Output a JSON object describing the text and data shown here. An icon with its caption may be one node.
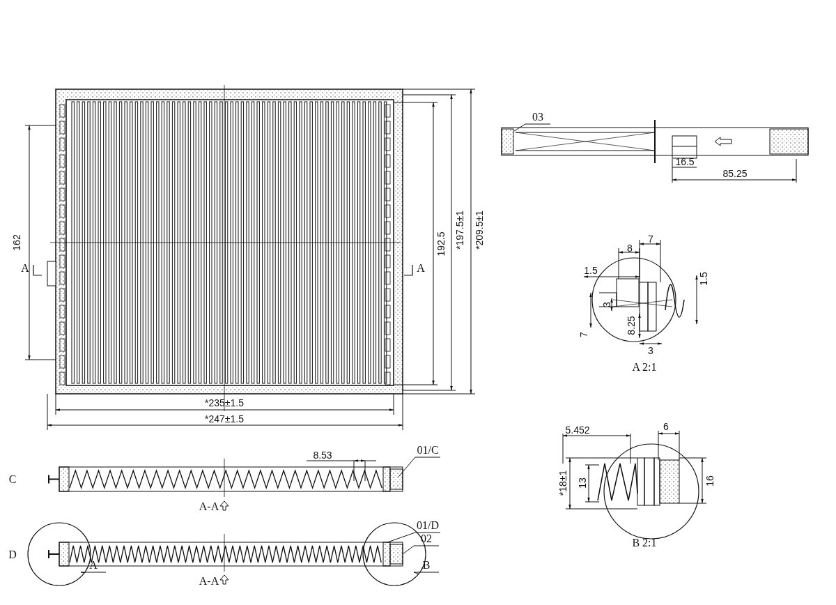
{
  "diagram": {
    "nodes": [
      {
        "text": [
          "03"
        ]
      },
      {
        "text": [
          "01/C"
        ]
      },
      {
        "text": [
          "01/D"
        ]
      },
      {
        "text": [
          "02"
        ]
      },
      {
        "text": [
          "A"
        ]
      },
      {
        "text": [],
        "shape": "circle"
      },
      {
        "text": [
          "B"
        ]
      },
      {
        "text": [],
        "shape": "circle"
      },
      {
        "text": [],
        "shape": "box",
        "in": 7
      },
      {
        "text": [],
        "shape": "box",
        "in": 7
      }
    ],
    "edges": [
      {
        "from": 0,
        "to": null,
        "arrow": "none"
      },
      {
        "from": 1,
        "to": null,
        "arrow": "none"
      },
      {
        "from": 2,
        "to": 8,
        "arrow": "none"
      },
      {
        "from": 3,
        "to": 9,
        "arrow": "none"
      },
      {
        "from": 4,
        "to": 5,
        "arrow": "none"
      },
      {
        "from": 6,
        "to": 7,
        "arrow": "none"
      }
    ],
    "labels": [
      "162",
      "A",
      "A",
      "192.5",
      "*197.5±1",
      "*209.5±1",
      "*235±1.5",
      "*247±1.5",
      "16.5",
      "85.25",
      "8",
      "7",
      "1.5",
      "1.5",
      "3",
      "8.25",
      "3",
      "7",
      "A 2:1",
      "5.452",
      "6",
      "*18±1",
      "13",
      "16",
      "B 2:1",
      "C",
      "8.53",
      "A-A",
      "D",
      "A-A"
    ]
  }
}
